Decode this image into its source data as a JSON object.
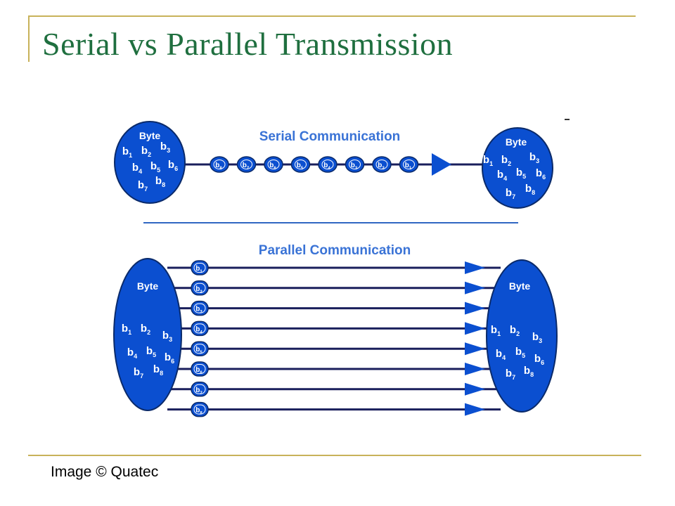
{
  "slide": {
    "title": "Serial vs Parallel Transmission",
    "credit": "Image © Quatec"
  },
  "diagram": {
    "serial_title": "Serial Communication",
    "parallel_title": "Parallel Communication",
    "byte_label": "Byte",
    "serial_packets": [
      "b8",
      "b7",
      "b6",
      "b5",
      "b4",
      "b3",
      "b2",
      "b1"
    ],
    "parallel_packets": [
      "b1",
      "b2",
      "b3",
      "b4",
      "b5",
      "b6",
      "b7",
      "b8"
    ],
    "bits": [
      "b1",
      "b2",
      "b3",
      "b4",
      "b5",
      "b6",
      "b7",
      "b8"
    ],
    "colors": {
      "node_fill": "#0b4fd0",
      "title_blue": "#3a73d6",
      "line": "#1a1f5c",
      "divider": "#2f67c2"
    }
  }
}
